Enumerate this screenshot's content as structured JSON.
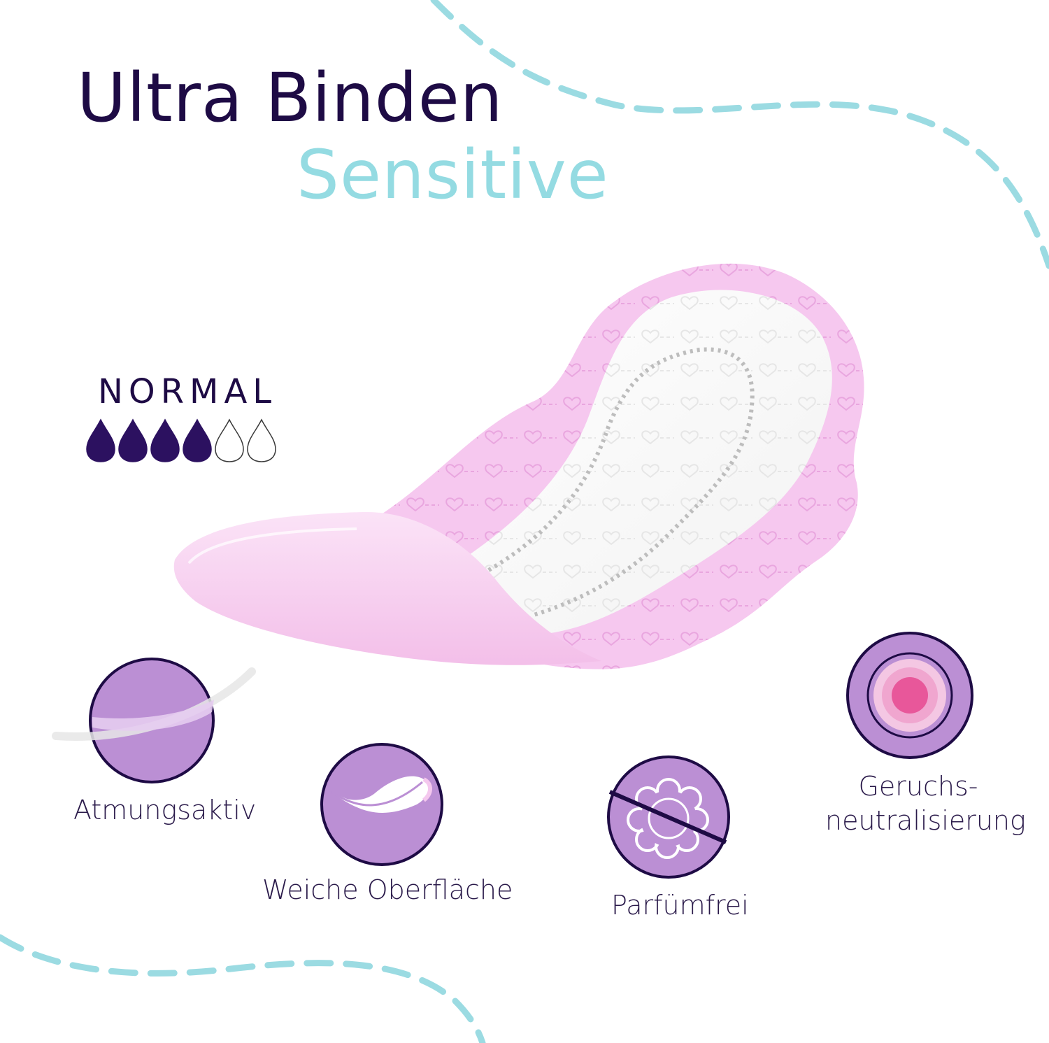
{
  "title": {
    "line1": "Ultra Binden",
    "line2": "Sensitive"
  },
  "absorbency": {
    "label": "NORMAL",
    "level": 4,
    "max": 6
  },
  "features": [
    {
      "label": "Atmungsaktiv",
      "icon": "breathable-icon"
    },
    {
      "label": "Weiche Oberfläche",
      "icon": "feather-icon"
    },
    {
      "label": "Parfümfrei",
      "icon": "no-perfume-flower-icon"
    },
    {
      "label_line1": "Geruchs-",
      "label_line2": "neutralisierung",
      "icon": "odor-neutralizing-rings-icon"
    }
  ],
  "colors": {
    "title_dark": "#1e0b45",
    "title_accent": "#94dbe2",
    "drop_fill": "#2c1160",
    "icon_circle": "#bb8fd4",
    "icon_border": "#1e0b45",
    "pad_pink": "#f6c8ef",
    "dash_line": "#9bdbe2",
    "label_text": "#2a1a4a"
  }
}
